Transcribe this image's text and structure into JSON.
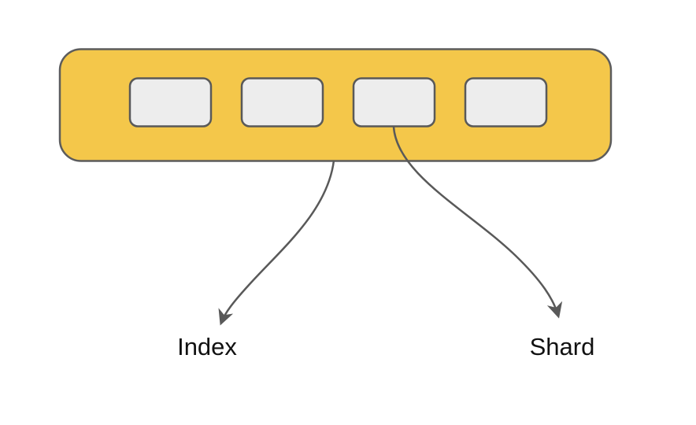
{
  "diagram": {
    "labels": {
      "index": "Index",
      "shard": "Shard"
    },
    "shard_count": 4
  },
  "colors": {
    "background": "#FFFFFF",
    "container_fill": "#F4C74A",
    "container_stroke": "#5C5C5C",
    "shard_fill": "#EDEDED",
    "shard_stroke": "#595959",
    "arrow": "#595959",
    "label_text": "#111111"
  }
}
